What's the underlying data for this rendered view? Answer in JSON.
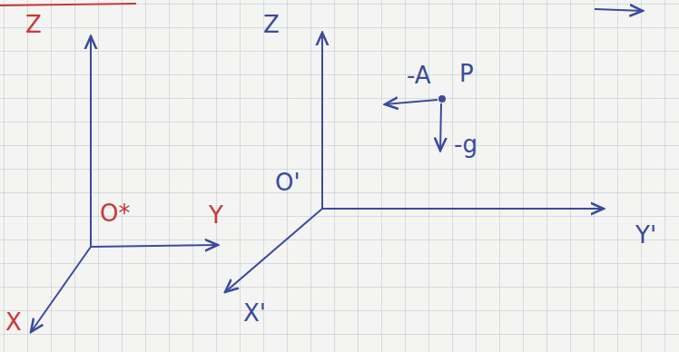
{
  "diagram": {
    "labels": [
      "Z",
      "Z",
      "O*",
      "Y",
      "X",
      "O'",
      "Y'",
      "X'",
      "-A",
      "P",
      "-g"
    ]
  }
}
